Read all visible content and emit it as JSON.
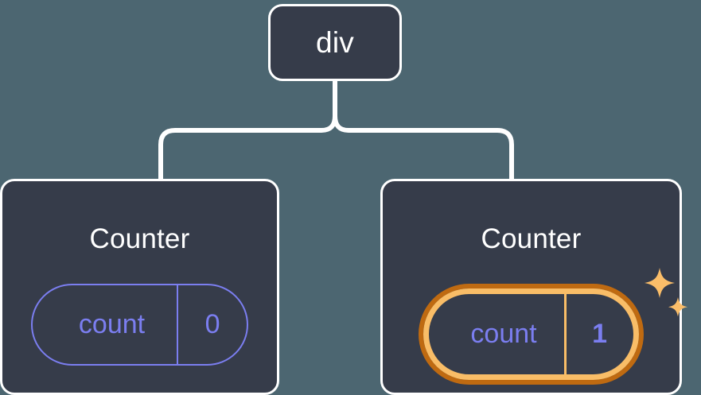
{
  "diagram": {
    "type": "component-tree",
    "background_color": "#4c6671",
    "node_fill_color": "#363c4a",
    "node_border_color": "#ffffff",
    "connector_color": "#ffffff",
    "accent_color": "#7b7ef0",
    "highlight_outer_color": "#bf6a11",
    "highlight_inner_color": "#f9bd67",
    "root": {
      "label": "div"
    },
    "children": [
      {
        "label": "Counter",
        "state": {
          "key": "count",
          "value": "0"
        },
        "highlighted": false
      },
      {
        "label": "Counter",
        "state": {
          "key": "count",
          "value": "1"
        },
        "highlighted": true,
        "sparkle_icons": [
          "sparkle-large",
          "sparkle-small"
        ]
      }
    ]
  }
}
